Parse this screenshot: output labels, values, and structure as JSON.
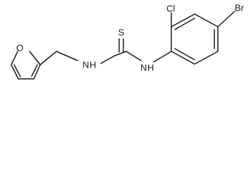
{
  "molecule": {
    "atoms": {
      "furan_oxygen": "O",
      "amine_left": "N",
      "amine_left_h": "H",
      "thione_sulfur": "S",
      "amine_right": "N",
      "amine_right_h": "H",
      "chlorine": "Cl",
      "bromine": "Br"
    }
  },
  "colors": {
    "bond": "#1a1a1a",
    "label": "#1a1a1a",
    "background": "#ffffff"
  }
}
